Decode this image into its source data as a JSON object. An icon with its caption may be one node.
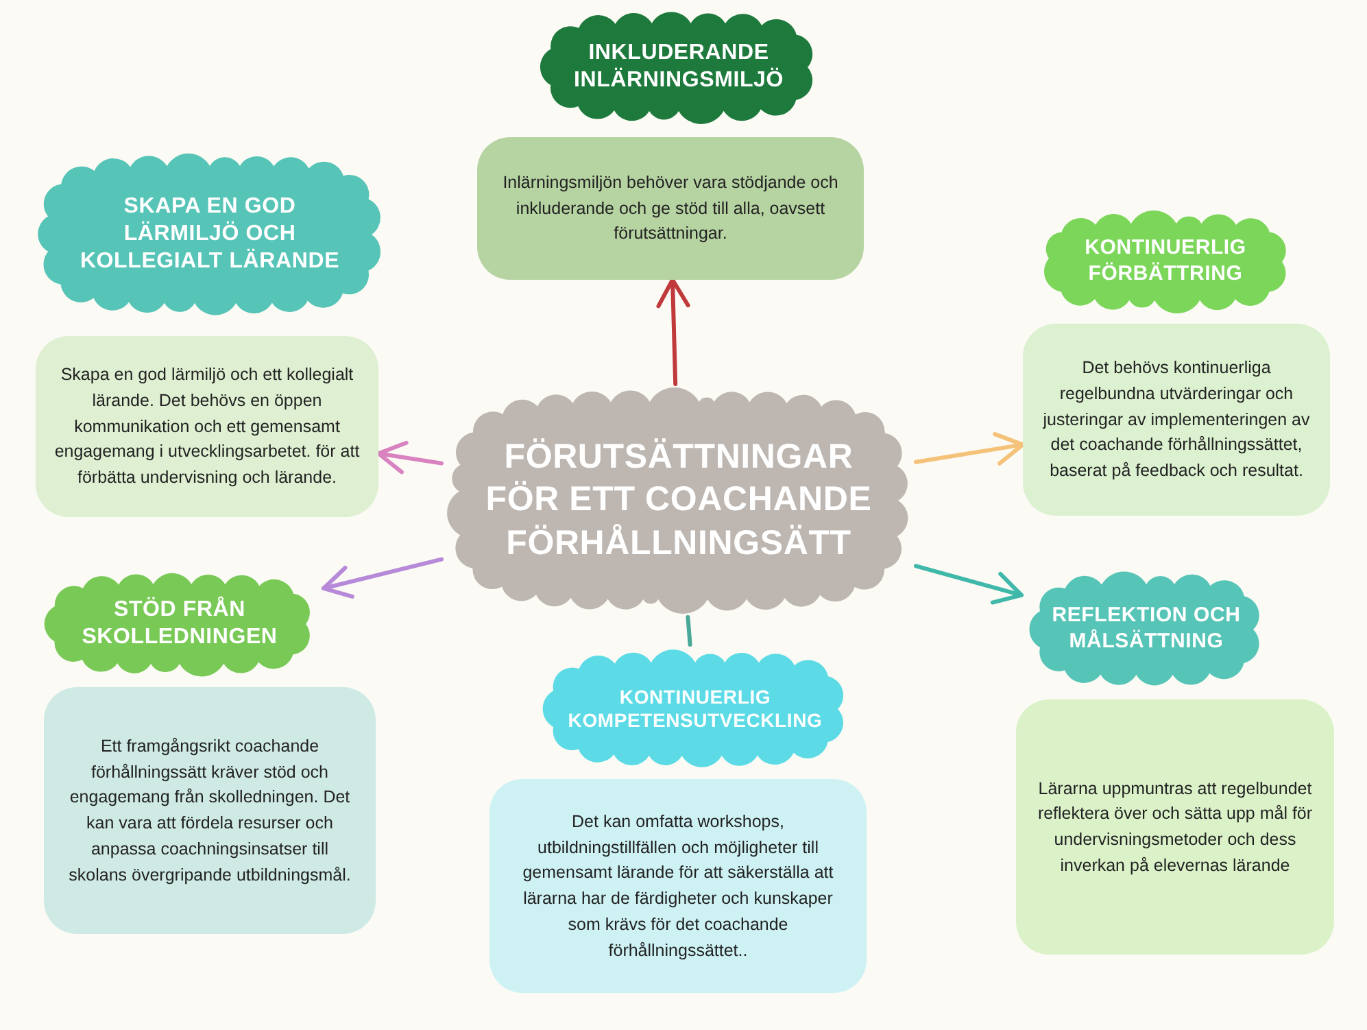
{
  "diagram": {
    "nodes": [
      {
        "text": [
          "FÖRUTSÄTTNINGAR FÖR ETT COACHANDE FÖRHÅLLNINGSÄTT"
        ]
      },
      {
        "text": [
          "INKLUDERANDE INLÄRNINGSMILJÖ"
        ]
      },
      {
        "text": [
          "Inlärningsmiljön behöver vara stödjande och inkluderande och ge stöd till alla, oavsett förutsättningar."
        ]
      },
      {
        "text": [
          "SKAPA EN GOD LÄRMILJÖ OCH KOLLEGIALT LÄRANDE"
        ]
      },
      {
        "text": [
          "Skapa en god lärmiljö och ett kollegialt lärande. Det behövs en öppen kommunikation och ett gemensamt engagemang i utvecklingsarbetet. för att förbätta undervisning och lärande."
        ]
      },
      {
        "text": [
          "KONTINUERLIG FÖRBÄTTRING"
        ]
      },
      {
        "text": [
          "Det behövs kontinuerliga regelbundna utvärderingar och justeringar av implementeringen av det coachande förhållningssättet,  baserat på feedback och resultat."
        ]
      },
      {
        "text": [
          "STÖD FRÅN SKOLLEDNINGEN"
        ]
      },
      {
        "text": [
          "Ett framgångsrikt coachande förhållningssätt kräver stöd och engagemang från skolledningen. Det kan vara att fördela resurser och anpassa coachningsinsatser till skolans övergripande utbildningsmål."
        ]
      },
      {
        "text": [
          "KONTINUERLIG KOMPETENSUTVECKLING"
        ]
      },
      {
        "text": [
          "Det  kan omfatta workshops, utbildningstillfällen och möjligheter till gemensamt lärande för att säkerställa att lärarna har de färdigheter och kunskaper som krävs för det coachande förhållningssättet.."
        ]
      },
      {
        "text": [
          "REFLEKTION OCH MÅLSÄTTNING"
        ]
      },
      {
        "text": [
          "Lärarna uppmuntras att regelbundet reflektera över och sätta upp mål för undervisningsmetoder och dess inverkan på elevernas lärande"
        ]
      }
    ],
    "edges": [
      {
        "from": 0,
        "to": 2,
        "arrow": "to",
        "color": "#c0393b"
      },
      {
        "from": 0,
        "to": 4,
        "arrow": "to",
        "color": "#d883c0"
      },
      {
        "from": 0,
        "to": 6,
        "arrow": "to",
        "color": "#f5c27a"
      },
      {
        "from": 0,
        "to": 7,
        "arrow": "to",
        "color": "#b68ad8"
      },
      {
        "from": 0,
        "to": 9,
        "arrow": "none",
        "color": "#4aa89a"
      },
      {
        "from": 0,
        "to": 11,
        "arrow": "to",
        "color": "#3fb8aa"
      }
    ]
  }
}
